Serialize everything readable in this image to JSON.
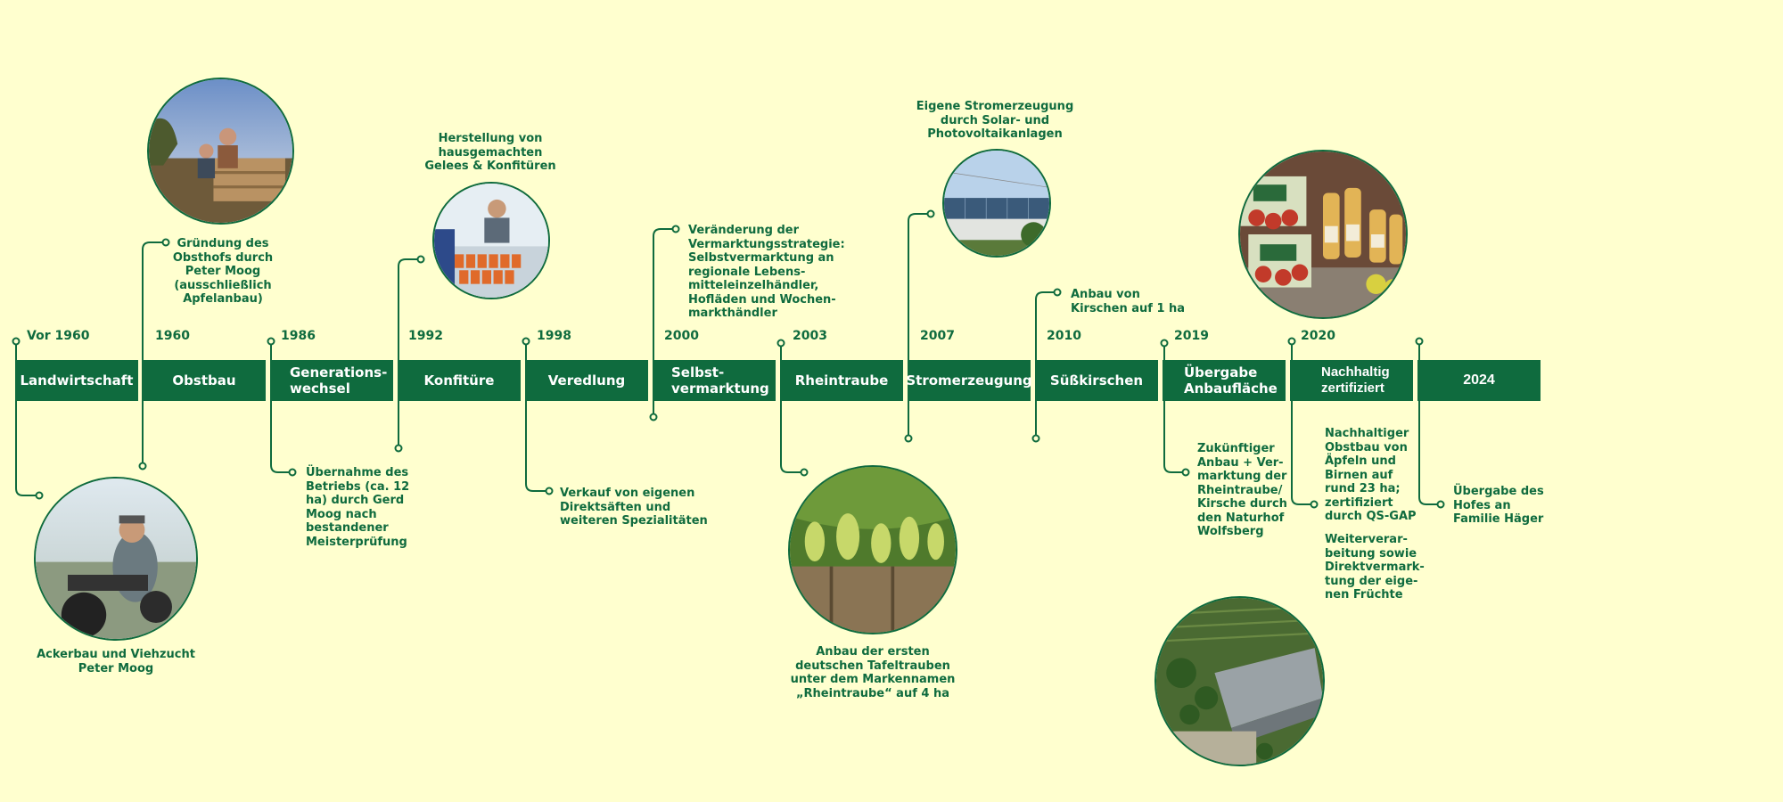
{
  "colors": {
    "background": "#ffffcf",
    "accent": "#0f6b3e",
    "bar_text": "#ffffff"
  },
  "timeline": [
    {
      "year": "Vor 1960",
      "label": "Landwirtschaft",
      "note": "Ackerbau und Viehzucht\nPeter Moog"
    },
    {
      "year": "1960",
      "label": "Obstbau",
      "note": "Gründung des\nObsthofs durch\nPeter Moog\n(ausschließlich\nApfelanbau)"
    },
    {
      "year": "1986",
      "label": "Generations-\nwechsel",
      "note": "Übernahme des\nBetriebs (ca. 12\nha) durch Gerd\nMoog nach\nbestandener\nMeisterprüfung"
    },
    {
      "year": "1992",
      "label": "Konfitüre",
      "note": "Herstellung von\nhausgemachten\nGelees & Konfitüren"
    },
    {
      "year": "1998",
      "label": "Veredlung",
      "note": "Verkauf von eigenen\nDirektsäften und\nweiteren Spezialitäten"
    },
    {
      "year": "2000",
      "label": "Selbst-\nvermarktung",
      "note": "Veränderung der\nVermarktungsstrategie:\nSelbstvermarktung an\nregionale Lebens-\nmitteleinzelhändler,\nHofläden und Wochen-\nmarkthändler"
    },
    {
      "year": "2003",
      "label": "Rheintraube",
      "note": "Anbau der ersten\ndeutschen Tafeltrauben\nunter dem Markennamen\n„Rheintraube“ auf 4 ha"
    },
    {
      "year": "2007",
      "label": "Stromerzeugung",
      "note": "Eigene Stromerzeugung\ndurch Solar- und\nPhotovoltaikanlagen"
    },
    {
      "year": "2010",
      "label": "Süßkirschen",
      "note": "Anbau von\nKirschen auf 1 ha"
    },
    {
      "year": "2019",
      "label": "Übergabe\nAnbaufläche",
      "note": "Zukünftiger\nAnbau + Ver-\nmarktung der\nRheintraube/\nKirsche durch\nden Naturhof\nWolfsberg"
    },
    {
      "year": "2020",
      "label": "Nachhaltig\nzertifiziert",
      "note": "Nachhaltiger\nObstbau von\nÄpfeln und\nBirnen auf\nrund 23 ha;\nzertifiziert\ndurch QS-GAP",
      "note2": "Weiterverar-\nbeitung sowie\nDirektvermark-\ntung der eige-\nnen Früchte"
    },
    {
      "year": "",
      "label": "2024",
      "note": "Übergabe des\nHofes an\nFamilie Häger"
    }
  ]
}
